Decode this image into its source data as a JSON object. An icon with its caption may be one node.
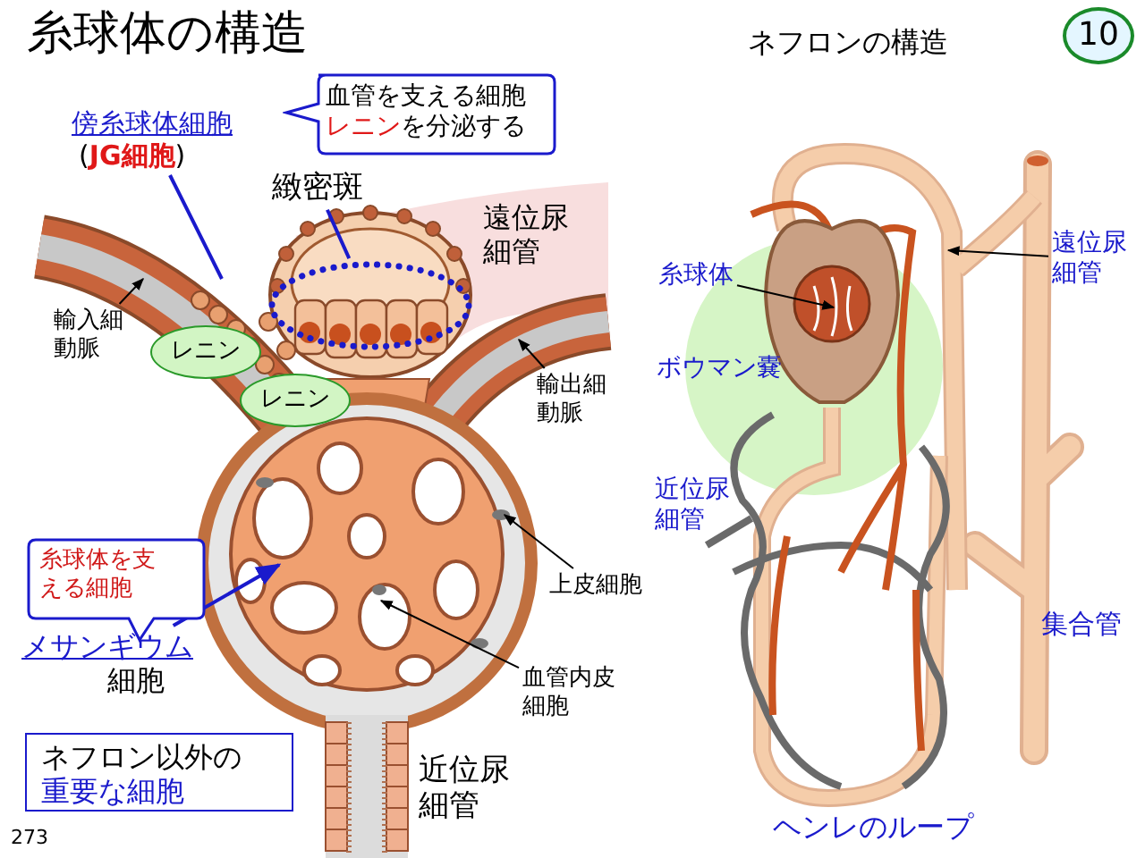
{
  "diagram": {
    "title": "糸球体の構造",
    "nodes": [
      {
        "text": [
          "傍糸球体細胞",
          "(**JG細胞**)"
        ]
      },
      {
        "text": [
          "血管を支える細胞**レニン**を分泌する"
        ]
      },
      {
        "text": [
          "緻密斑"
        ]
      },
      {
        "text": [],
        "shape": "circle"
      },
      {
        "text": [
          "遠位尿細管"
        ]
      },
      {
        "text": [
          "輸入細動脈"
        ]
      },
      {
        "text": [
          "レニン"
        ]
      },
      {
        "text": [
          "レニン"
        ]
      },
      {
        "text": [
          "輸出細動脈"
        ]
      },
      {
        "text": [
          "糸球体を支える細胞"
        ]
      },
      {
        "text": [
          "メサンギウム",
          "細胞"
        ]
      },
      {
        "text": [
          "上皮細胞"
        ]
      },
      {
        "text": [
          "血管内皮細胞"
        ]
      },
      {
        "text": [
          "ネフロン以外の**重要な細胞**"
        ]
      },
      {
        "text": [
          "近位尿細管"
        ]
      },
      {
        "text": [
          "10"
        ]
      },
      {
        "text": [
          "糸球体"
        ]
      },
      {
        "text": [
          "遠位尿細管"
        ]
      },
      {
        "text": [
          "ボウマン嚢"
        ]
      },
      {
        "text": [
          "近位尿細管"
        ]
      },
      {
        "text": [
          "集合管"
        ]
      },
      {
        "text": [
          "ヘンレのループ"
        ]
      }
    ],
    "edges": [
      {
        "from": 0,
        "to": null,
        "arrow": "none",
        "color": "#1a1acc"
      },
      {
        "from": 2,
        "to": 3,
        "arrow": "none",
        "color": "#1a1acc"
      },
      {
        "from": 5,
        "to": null,
        "arrow": "to"
      },
      {
        "from": 8,
        "to": null,
        "arrow": "to"
      },
      {
        "from": 10,
        "to": null,
        "arrow": "to",
        "color": "#1a1acc"
      },
      {
        "from": 11,
        "to": null,
        "arrow": "to"
      },
      {
        "from": 12,
        "to": null,
        "arrow": "to"
      },
      {
        "from": 16,
        "to": null,
        "arrow": "to"
      },
      {
        "from": 17,
        "to": null,
        "arrow": "to"
      }
    ],
    "labels": [
      "ネフロンの構造",
      "273"
    ]
  }
}
